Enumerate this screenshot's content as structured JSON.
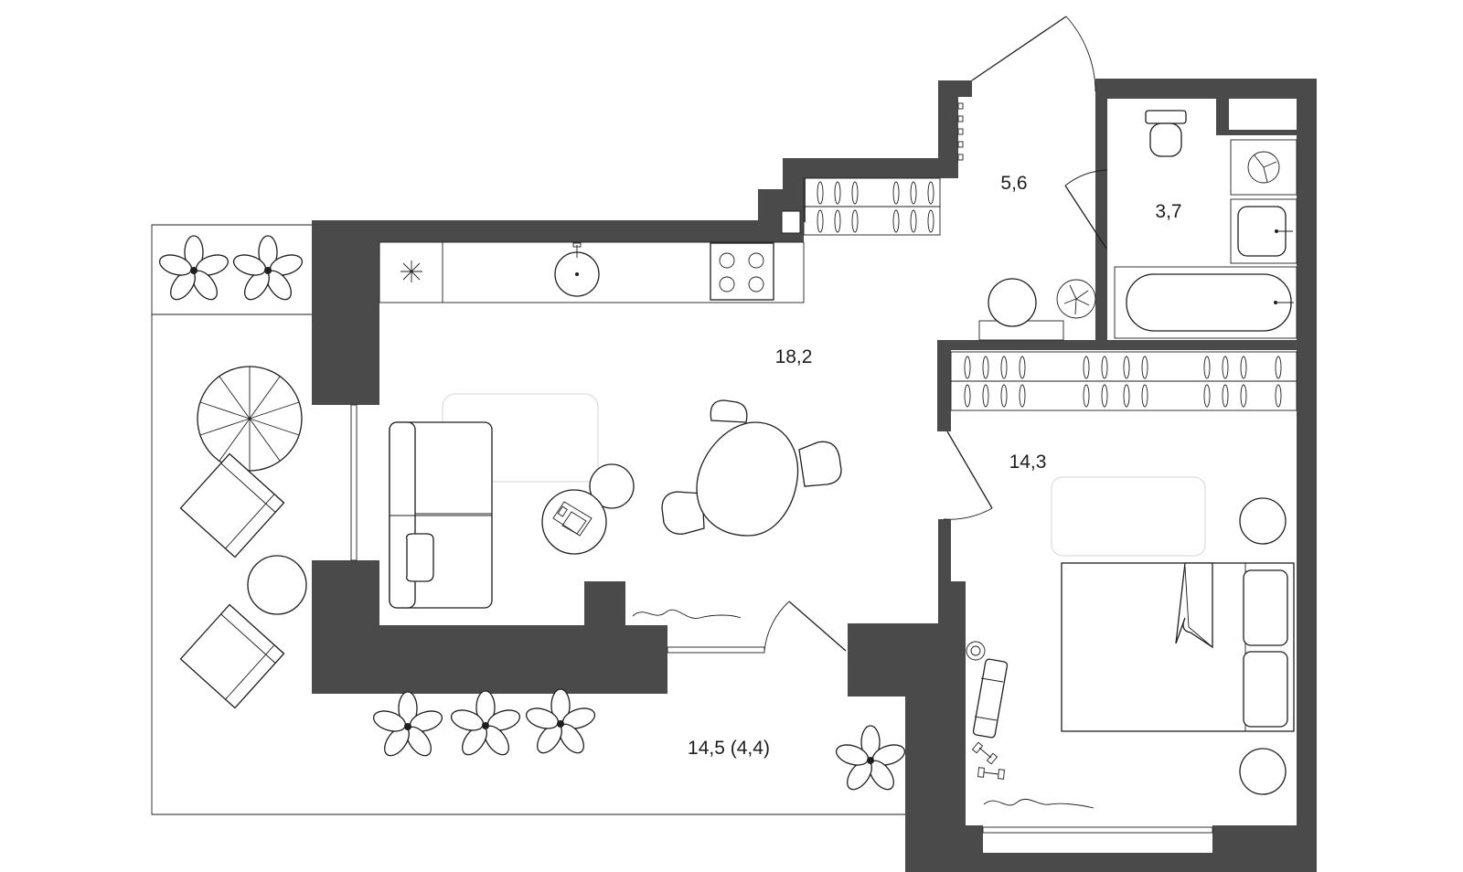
{
  "rooms": [
    {
      "id": "hall",
      "area": "5,6"
    },
    {
      "id": "bathroom",
      "area": "3,7"
    },
    {
      "id": "living_kitchen",
      "area": "18,2"
    },
    {
      "id": "bedroom",
      "area": "14,3"
    },
    {
      "id": "terrace",
      "area": "14,5 (4,4)"
    }
  ],
  "colors": {
    "wall": "#4a4a4a",
    "line": "#1e1e1e",
    "background": "#ffffff"
  }
}
